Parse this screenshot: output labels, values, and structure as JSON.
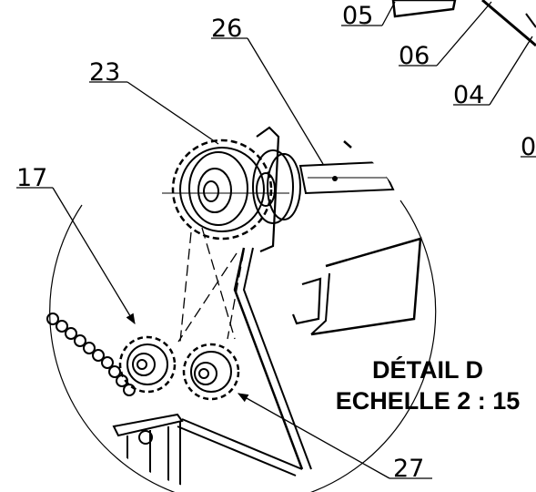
{
  "callouts": {
    "c05": "05",
    "c06": "06",
    "c26": "26",
    "c23": "23",
    "c04": "04",
    "c0": "0",
    "c17": "17",
    "c27": "27"
  },
  "detail": {
    "title": "DÉTAIL D",
    "scale": "ECHELLE 2 : 15"
  }
}
